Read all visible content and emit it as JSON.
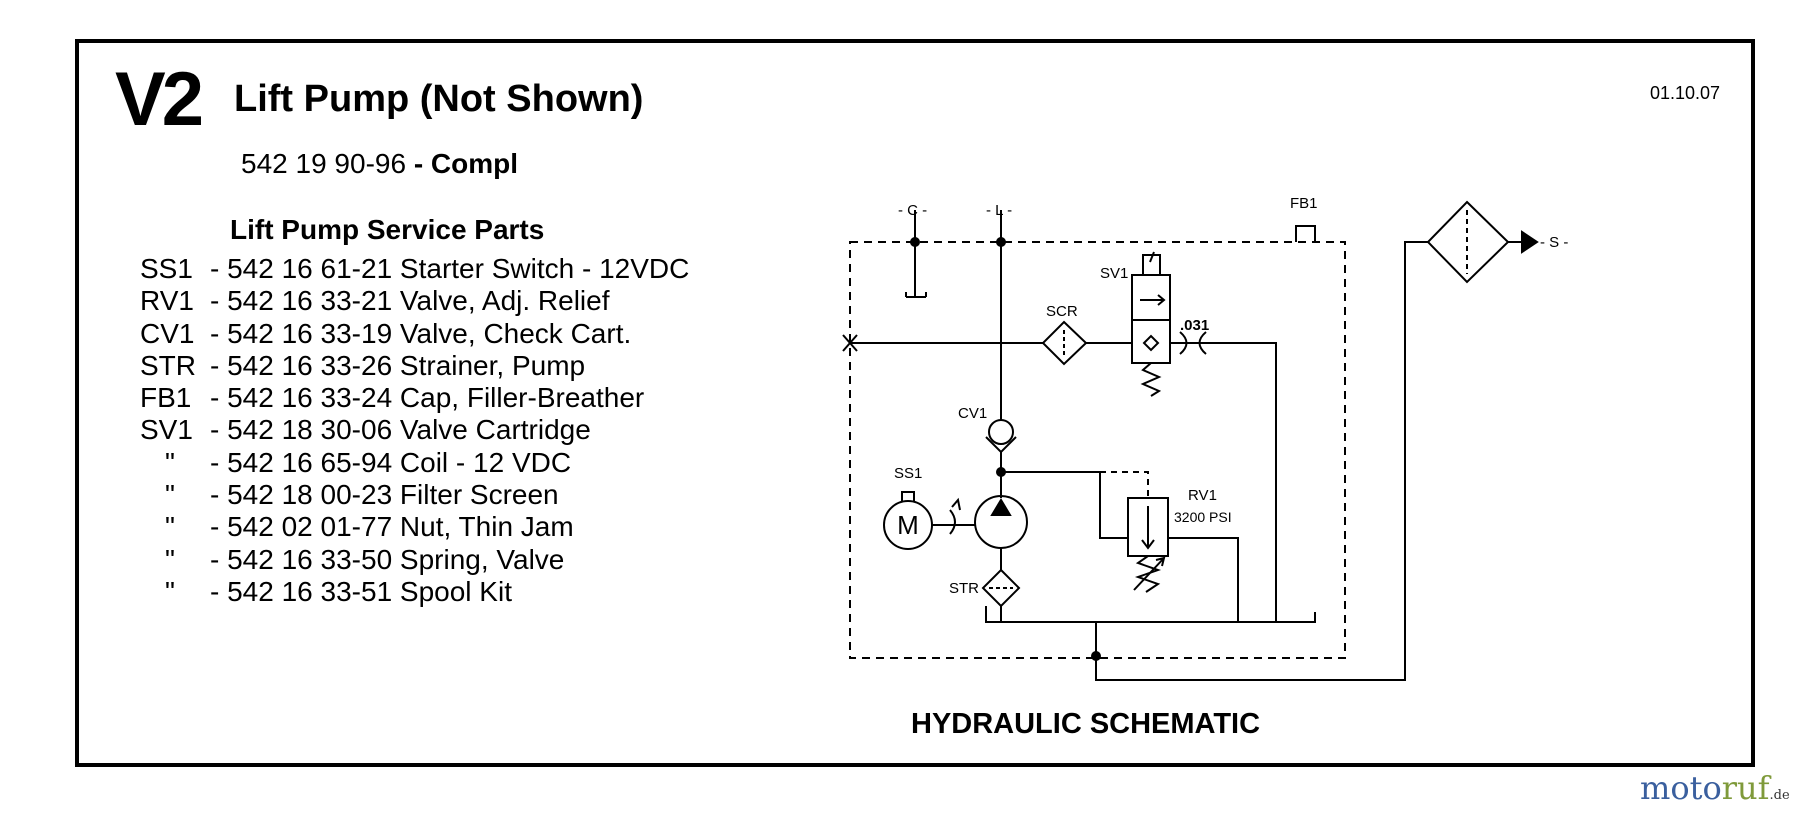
{
  "header": {
    "code": "V2",
    "title": "Lift Pump (Not Shown)",
    "date": "01.10.07",
    "part_number": "542 19 90-96",
    "part_suffix": "- Compl"
  },
  "parts_list": {
    "heading": "Lift Pump Service Parts",
    "items": [
      {
        "code": "SS1",
        "desc": "- 542 16 61-21 Starter Switch - 12VDC"
      },
      {
        "code": "RV1",
        "desc": "- 542 16 33-21 Valve, Adj. Relief"
      },
      {
        "code": "CV1",
        "desc": "- 542 16 33-19 Valve, Check Cart."
      },
      {
        "code": "STR",
        "desc": "- 542 16 33-26 Strainer, Pump"
      },
      {
        "code": "FB1",
        "desc": "- 542 16 33-24 Cap, Filler-Breather"
      },
      {
        "code": "SV1",
        "desc": "- 542 18 30-06 Valve Cartridge"
      },
      {
        "code": "\"",
        "desc": "- 542 16 65-94 Coil - 12 VDC"
      },
      {
        "code": "\"",
        "desc": "- 542 18 00-23 Filter Screen"
      },
      {
        "code": "\"",
        "desc": "- 542 02 01-77 Nut, Thin Jam"
      },
      {
        "code": "\"",
        "desc": "- 542 16 33-50 Spring, Valve"
      },
      {
        "code": "\"",
        "desc": "- 542 16 33-51 Spool Kit"
      }
    ]
  },
  "schematic": {
    "title": "HYDRAULIC SCHEMATIC",
    "labels": {
      "port_c": "- C -",
      "port_l": "- L -",
      "port_s": "- S -",
      "fb1": "FB1",
      "sv1": "SV1",
      "scr": "SCR",
      "orifice": ".031",
      "cv1": "CV1",
      "ss1": "SS1",
      "motor": "M",
      "rv1": "RV1",
      "rv1_setting": "3200 PSI",
      "str": "STR"
    }
  },
  "watermark": {
    "part1": "moto",
    "part2": "ruf",
    "part3": ".de"
  }
}
